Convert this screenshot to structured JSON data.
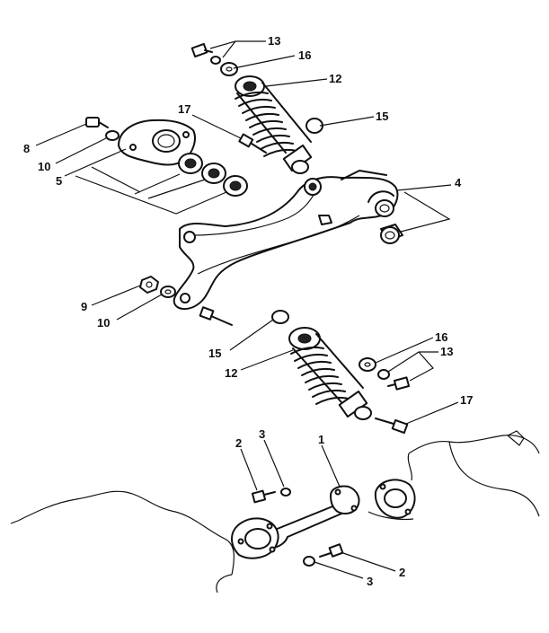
{
  "labels": {
    "l1": "1",
    "l2a": "2",
    "l2b": "2",
    "l3a": "3",
    "l3b": "3",
    "l4": "4",
    "l5": "5",
    "l8": "8",
    "l9": "9",
    "l10a": "10",
    "l10b": "10",
    "l12a": "12",
    "l12b": "12",
    "l13a": "13",
    "l13b": "13",
    "l15a": "15",
    "l15b": "15",
    "l16a": "16",
    "l16b": "16",
    "l17a": "17",
    "l17b": "17"
  }
}
